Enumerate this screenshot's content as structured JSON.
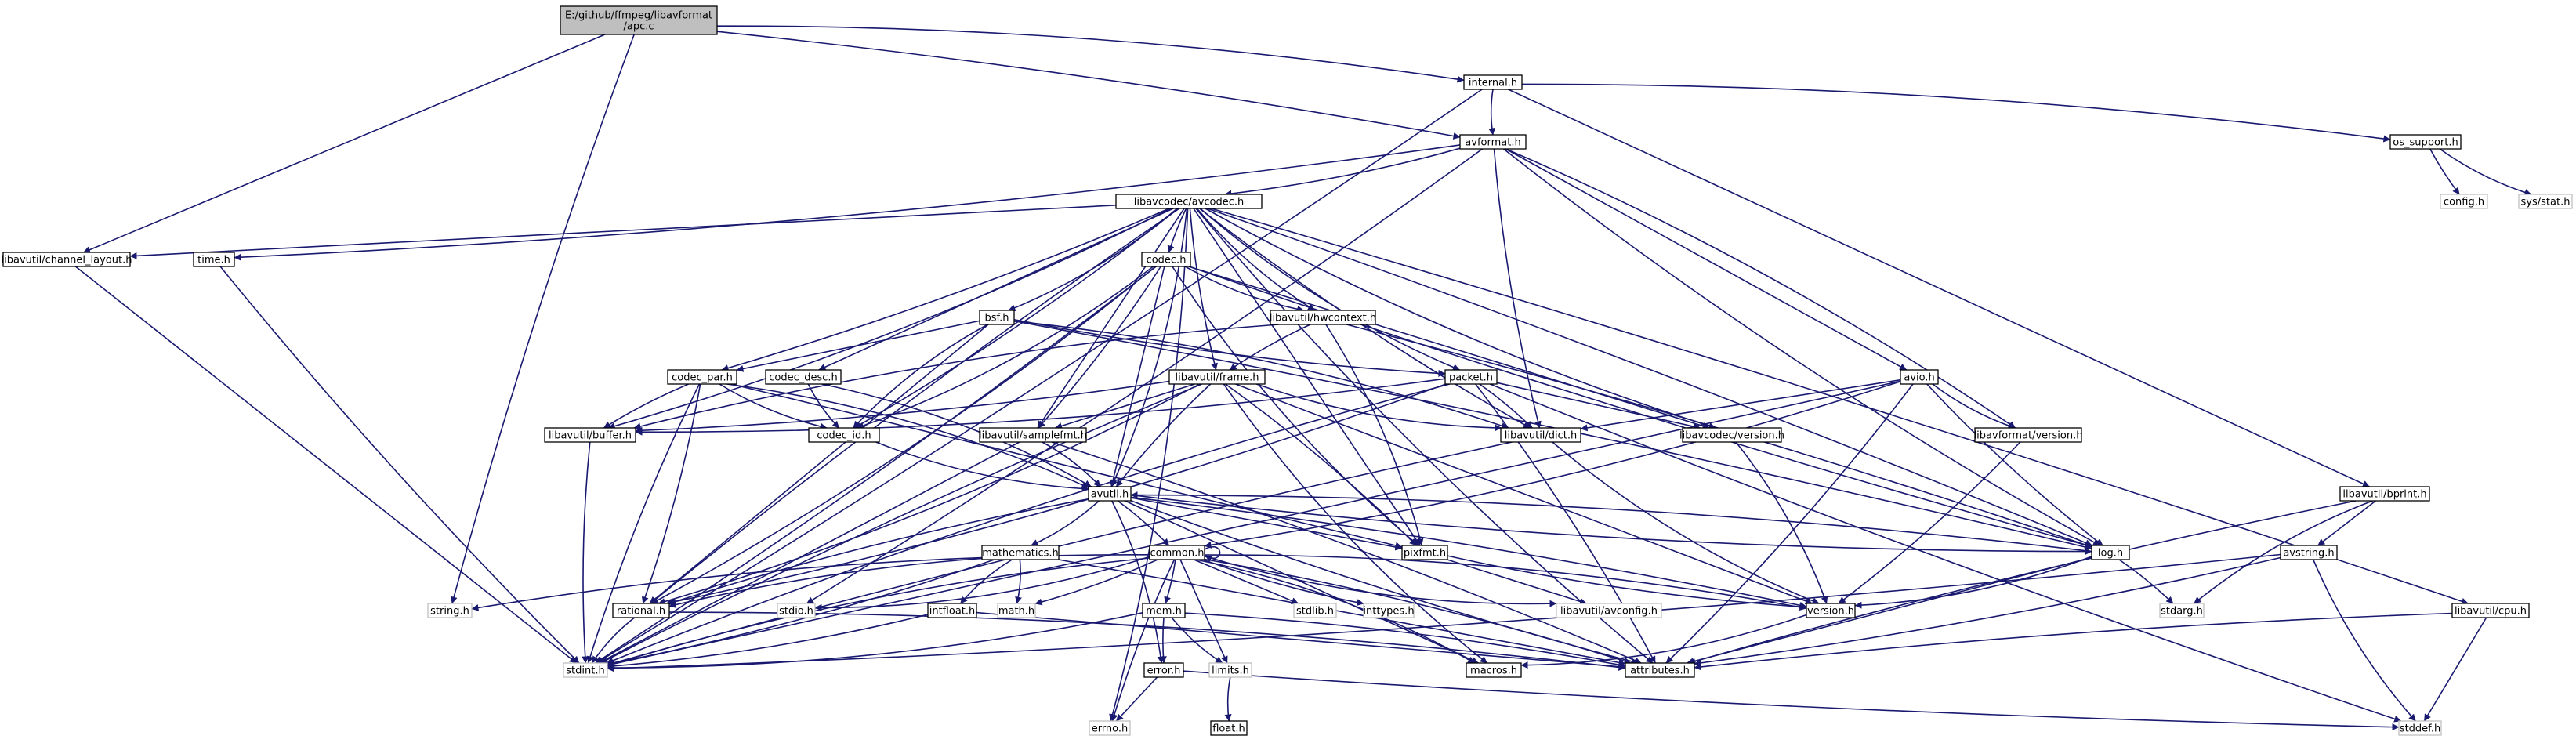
{
  "graph": {
    "title": "E:/github/ffmpeg/libavformat/apc.c",
    "colors": {
      "edge": "#191970",
      "node_border": "#000000",
      "root_fill": "#bfbfbf",
      "missing_border": "#bfbfbf"
    },
    "nodes": [
      {
        "id": "root",
        "label": [
          "E:/github/ffmpeg/libavformat",
          "/apc.c"
        ],
        "kind": "root"
      },
      {
        "id": "internal",
        "label": [
          "internal.h"
        ],
        "kind": "normal"
      },
      {
        "id": "avformat",
        "label": [
          "avformat.h"
        ],
        "kind": "normal"
      },
      {
        "id": "os_support",
        "label": [
          "os_support.h"
        ],
        "kind": "normal"
      },
      {
        "id": "config",
        "label": [
          "config.h"
        ],
        "kind": "missing"
      },
      {
        "id": "sysstat",
        "label": [
          "sys/stat.h"
        ],
        "kind": "missing"
      },
      {
        "id": "avcodec",
        "label": [
          "libavcodec/avcodec.h"
        ],
        "kind": "normal"
      },
      {
        "id": "chlayout",
        "label": [
          "libavutil/channel_layout.h"
        ],
        "kind": "normal"
      },
      {
        "id": "timeh",
        "label": [
          "time.h"
        ],
        "kind": "normal"
      },
      {
        "id": "codec",
        "label": [
          "codec.h"
        ],
        "kind": "normal"
      },
      {
        "id": "hwcontext",
        "label": [
          "libavutil/hwcontext.h"
        ],
        "kind": "normal"
      },
      {
        "id": "bsf",
        "label": [
          "bsf.h"
        ],
        "kind": "normal"
      },
      {
        "id": "codecpar",
        "label": [
          "codec_par.h"
        ],
        "kind": "normal"
      },
      {
        "id": "codecdesc",
        "label": [
          "codec_desc.h"
        ],
        "kind": "normal"
      },
      {
        "id": "frame",
        "label": [
          "libavutil/frame.h"
        ],
        "kind": "normal"
      },
      {
        "id": "packet",
        "label": [
          "packet.h"
        ],
        "kind": "normal"
      },
      {
        "id": "avio",
        "label": [
          "avio.h"
        ],
        "kind": "normal"
      },
      {
        "id": "buffer",
        "label": [
          "libavutil/buffer.h"
        ],
        "kind": "normal"
      },
      {
        "id": "codecid",
        "label": [
          "codec_id.h"
        ],
        "kind": "normal"
      },
      {
        "id": "samplefmt",
        "label": [
          "libavutil/samplefmt.h"
        ],
        "kind": "normal"
      },
      {
        "id": "dict",
        "label": [
          "libavutil/dict.h"
        ],
        "kind": "normal"
      },
      {
        "id": "avcversion",
        "label": [
          "libavcodec/version.h"
        ],
        "kind": "normal"
      },
      {
        "id": "lavfversion",
        "label": [
          "libavformat/version.h"
        ],
        "kind": "normal"
      },
      {
        "id": "bprint",
        "label": [
          "libavutil/bprint.h"
        ],
        "kind": "normal"
      },
      {
        "id": "avutil",
        "label": [
          "avutil.h"
        ],
        "kind": "normal"
      },
      {
        "id": "logh",
        "label": [
          "log.h"
        ],
        "kind": "normal"
      },
      {
        "id": "mathematics",
        "label": [
          "mathematics.h"
        ],
        "kind": "normal"
      },
      {
        "id": "common",
        "label": [
          "common.h"
        ],
        "kind": "normal"
      },
      {
        "id": "pixfmt",
        "label": [
          "pixfmt.h"
        ],
        "kind": "normal"
      },
      {
        "id": "avstring",
        "label": [
          "avstring.h"
        ],
        "kind": "normal"
      },
      {
        "id": "cpu",
        "label": [
          "libavutil/cpu.h"
        ],
        "kind": "normal"
      },
      {
        "id": "stringh",
        "label": [
          "string.h"
        ],
        "kind": "missing"
      },
      {
        "id": "rational",
        "label": [
          "rational.h"
        ],
        "kind": "normal"
      },
      {
        "id": "stdio",
        "label": [
          "stdio.h"
        ],
        "kind": "missing"
      },
      {
        "id": "intfloat",
        "label": [
          "intfloat.h"
        ],
        "kind": "normal"
      },
      {
        "id": "mathh",
        "label": [
          "math.h"
        ],
        "kind": "missing"
      },
      {
        "id": "mem",
        "label": [
          "mem.h"
        ],
        "kind": "normal"
      },
      {
        "id": "stdlib",
        "label": [
          "stdlib.h"
        ],
        "kind": "missing"
      },
      {
        "id": "inttypes",
        "label": [
          "inttypes.h"
        ],
        "kind": "missing"
      },
      {
        "id": "avconfig",
        "label": [
          "libavutil/avconfig.h"
        ],
        "kind": "missing"
      },
      {
        "id": "version",
        "label": [
          "version.h"
        ],
        "kind": "normal"
      },
      {
        "id": "stdarg",
        "label": [
          "stdarg.h"
        ],
        "kind": "missing"
      },
      {
        "id": "stdint",
        "label": [
          "stdint.h"
        ],
        "kind": "missing"
      },
      {
        "id": "error",
        "label": [
          "error.h"
        ],
        "kind": "normal"
      },
      {
        "id": "limits",
        "label": [
          "limits.h"
        ],
        "kind": "missing"
      },
      {
        "id": "macros",
        "label": [
          "macros.h"
        ],
        "kind": "normal"
      },
      {
        "id": "attributes",
        "label": [
          "attributes.h"
        ],
        "kind": "normal"
      },
      {
        "id": "errno",
        "label": [
          "errno.h"
        ],
        "kind": "missing"
      },
      {
        "id": "floath",
        "label": [
          "float.h"
        ],
        "kind": "normal"
      },
      {
        "id": "stddef",
        "label": [
          "stddef.h"
        ],
        "kind": "missing"
      }
    ],
    "edges": [
      [
        "root",
        "internal"
      ],
      [
        "root",
        "avformat"
      ],
      [
        "root",
        "chlayout"
      ],
      [
        "root",
        "stringh"
      ],
      [
        "internal",
        "avformat"
      ],
      [
        "internal",
        "os_support"
      ],
      [
        "internal",
        "stdint"
      ],
      [
        "internal",
        "bprint"
      ],
      [
        "os_support",
        "config"
      ],
      [
        "os_support",
        "sysstat"
      ],
      [
        "avformat",
        "timeh"
      ],
      [
        "avformat",
        "avcodec"
      ],
      [
        "avformat",
        "avio"
      ],
      [
        "avformat",
        "dict"
      ],
      [
        "avformat",
        "logh"
      ],
      [
        "avformat",
        "lavfversion"
      ],
      [
        "avformat",
        "stdio"
      ],
      [
        "avcodec",
        "chlayout"
      ],
      [
        "avcodec",
        "codec"
      ],
      [
        "avcodec",
        "hwcontext"
      ],
      [
        "avcodec",
        "bsf"
      ],
      [
        "avcodec",
        "codecpar"
      ],
      [
        "avcodec",
        "codecdesc"
      ],
      [
        "avcodec",
        "frame"
      ],
      [
        "avcodec",
        "packet"
      ],
      [
        "avcodec",
        "buffer"
      ],
      [
        "avcodec",
        "codecid"
      ],
      [
        "avcodec",
        "samplefmt"
      ],
      [
        "avcodec",
        "dict"
      ],
      [
        "avcodec",
        "avcversion"
      ],
      [
        "avcodec",
        "avutil"
      ],
      [
        "avcodec",
        "logh"
      ],
      [
        "avcodec",
        "pixfmt"
      ],
      [
        "avcodec",
        "rational"
      ],
      [
        "avcodec",
        "attributes"
      ],
      [
        "avcodec",
        "errno"
      ],
      [
        "avcodec",
        "cpu"
      ],
      [
        "chlayout",
        "stdint"
      ],
      [
        "timeh",
        "stdint"
      ],
      [
        "codec",
        "hwcontext"
      ],
      [
        "codec",
        "codecid"
      ],
      [
        "codec",
        "samplefmt"
      ],
      [
        "codec",
        "avutil"
      ],
      [
        "codec",
        "logh"
      ],
      [
        "codec",
        "pixfmt"
      ],
      [
        "codec",
        "rational"
      ],
      [
        "codec",
        "stdint"
      ],
      [
        "codec",
        "avcversion"
      ],
      [
        "hwcontext",
        "frame"
      ],
      [
        "hwcontext",
        "buffer"
      ],
      [
        "hwcontext",
        "pixfmt"
      ],
      [
        "hwcontext",
        "logh"
      ],
      [
        "bsf",
        "codecpar"
      ],
      [
        "bsf",
        "packet"
      ],
      [
        "bsf",
        "codecid"
      ],
      [
        "bsf",
        "dict"
      ],
      [
        "bsf",
        "logh"
      ],
      [
        "bsf",
        "rational"
      ],
      [
        "codecpar",
        "buffer"
      ],
      [
        "codecpar",
        "codecid"
      ],
      [
        "codecpar",
        "avutil"
      ],
      [
        "codecpar",
        "rational"
      ],
      [
        "codecpar",
        "pixfmt"
      ],
      [
        "codecpar",
        "stdint"
      ],
      [
        "codecdesc",
        "codecid"
      ],
      [
        "codecdesc",
        "avutil"
      ],
      [
        "frame",
        "buffer"
      ],
      [
        "frame",
        "samplefmt"
      ],
      [
        "frame",
        "avutil"
      ],
      [
        "frame",
        "dict"
      ],
      [
        "frame",
        "rational"
      ],
      [
        "frame",
        "pixfmt"
      ],
      [
        "frame",
        "version"
      ],
      [
        "frame",
        "stdint"
      ],
      [
        "frame",
        "macros"
      ],
      [
        "packet",
        "buffer"
      ],
      [
        "packet",
        "dict"
      ],
      [
        "packet",
        "avcversion"
      ],
      [
        "packet",
        "stddef"
      ],
      [
        "packet",
        "stdint"
      ],
      [
        "packet",
        "rational"
      ],
      [
        "packet",
        "attributes"
      ],
      [
        "avio",
        "dict"
      ],
      [
        "avio",
        "logh"
      ],
      [
        "avio",
        "lavfversion"
      ],
      [
        "avio",
        "common"
      ],
      [
        "avio",
        "attributes"
      ],
      [
        "avio",
        "stdint"
      ],
      [
        "buffer",
        "stdint"
      ],
      [
        "codecid",
        "avutil"
      ],
      [
        "samplefmt",
        "avutil"
      ],
      [
        "samplefmt",
        "attributes"
      ],
      [
        "samplefmt",
        "stdint"
      ],
      [
        "dict",
        "stdint"
      ],
      [
        "dict",
        "version"
      ],
      [
        "avcversion",
        "version"
      ],
      [
        "lavfversion",
        "version"
      ],
      [
        "bprint",
        "avstring"
      ],
      [
        "bprint",
        "attributes"
      ],
      [
        "bprint",
        "stdarg"
      ],
      [
        "avutil",
        "mathematics"
      ],
      [
        "avutil",
        "common"
      ],
      [
        "avutil",
        "pixfmt"
      ],
      [
        "avutil",
        "rational"
      ],
      [
        "avutil",
        "logh"
      ],
      [
        "avutil",
        "error"
      ],
      [
        "avutil",
        "version"
      ],
      [
        "avutil",
        "macros"
      ],
      [
        "avutil",
        "attributes"
      ],
      [
        "logh",
        "avutil"
      ],
      [
        "logh",
        "version"
      ],
      [
        "logh",
        "stdarg"
      ],
      [
        "logh",
        "attributes"
      ],
      [
        "mathematics",
        "rational"
      ],
      [
        "mathematics",
        "intfloat"
      ],
      [
        "mathematics",
        "mathh"
      ],
      [
        "mathematics",
        "stdint"
      ],
      [
        "mathematics",
        "attributes"
      ],
      [
        "common",
        "common"
      ],
      [
        "common",
        "stringh"
      ],
      [
        "common",
        "stdio"
      ],
      [
        "common",
        "mathh"
      ],
      [
        "common",
        "stdlib"
      ],
      [
        "common",
        "inttypes"
      ],
      [
        "common",
        "avconfig"
      ],
      [
        "common",
        "version"
      ],
      [
        "common",
        "mem"
      ],
      [
        "common",
        "limits"
      ],
      [
        "common",
        "errno"
      ],
      [
        "common",
        "stdint"
      ],
      [
        "common",
        "macros"
      ],
      [
        "common",
        "attributes"
      ],
      [
        "pixfmt",
        "avconfig"
      ],
      [
        "pixfmt",
        "version"
      ],
      [
        "avstring",
        "stddef"
      ],
      [
        "avstring",
        "stdint"
      ],
      [
        "avstring",
        "attributes"
      ],
      [
        "cpu",
        "stddef"
      ],
      [
        "cpu",
        "attributes"
      ],
      [
        "rational",
        "stdint"
      ],
      [
        "rational",
        "attributes"
      ],
      [
        "intfloat",
        "stdint"
      ],
      [
        "intfloat",
        "attributes"
      ],
      [
        "mem",
        "error"
      ],
      [
        "mem",
        "limits"
      ],
      [
        "mem",
        "stdint"
      ],
      [
        "mem",
        "attributes"
      ],
      [
        "error",
        "errno"
      ],
      [
        "error",
        "stddef"
      ],
      [
        "limits",
        "floath"
      ],
      [
        "version",
        "macros"
      ]
    ]
  }
}
